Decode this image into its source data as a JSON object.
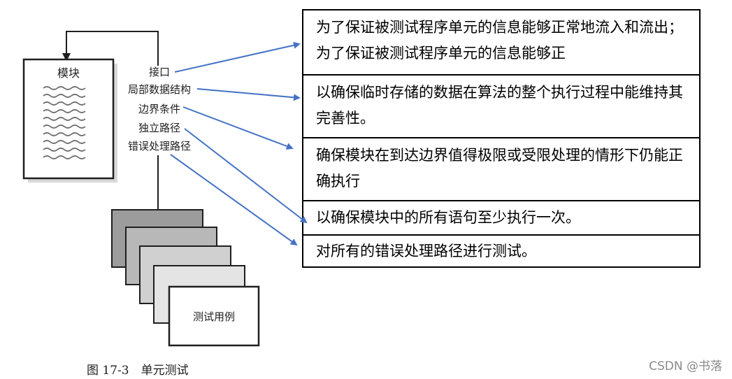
{
  "figure": {
    "module_label": "模块",
    "interface_items": [
      "接口",
      "局部数据结构",
      "边界条件",
      "独立路径",
      "错误处理路径"
    ],
    "test_case_label": "测试用例",
    "caption": "图 17-3　单元测试"
  },
  "descriptions": [
    "为了保证被测试程序单元的信息能够正常地流入和流出；为了保证被测试程序单元的信息能够正",
    "以确保临时存储的数据在算法的整个执行过程中能维持其完善性。",
    "确保模块在到达边界值得极限或受限处理的情形下仍能正确执行",
    "以确保模块中的所有语句至少执行一次。",
    "对所有的错误处理路径进行测试。"
  ],
  "watermark": "CSDN @书落",
  "colors": {
    "arrow": "#4472c4",
    "border": "#000000",
    "scan_ink": "#1f1f1f"
  }
}
